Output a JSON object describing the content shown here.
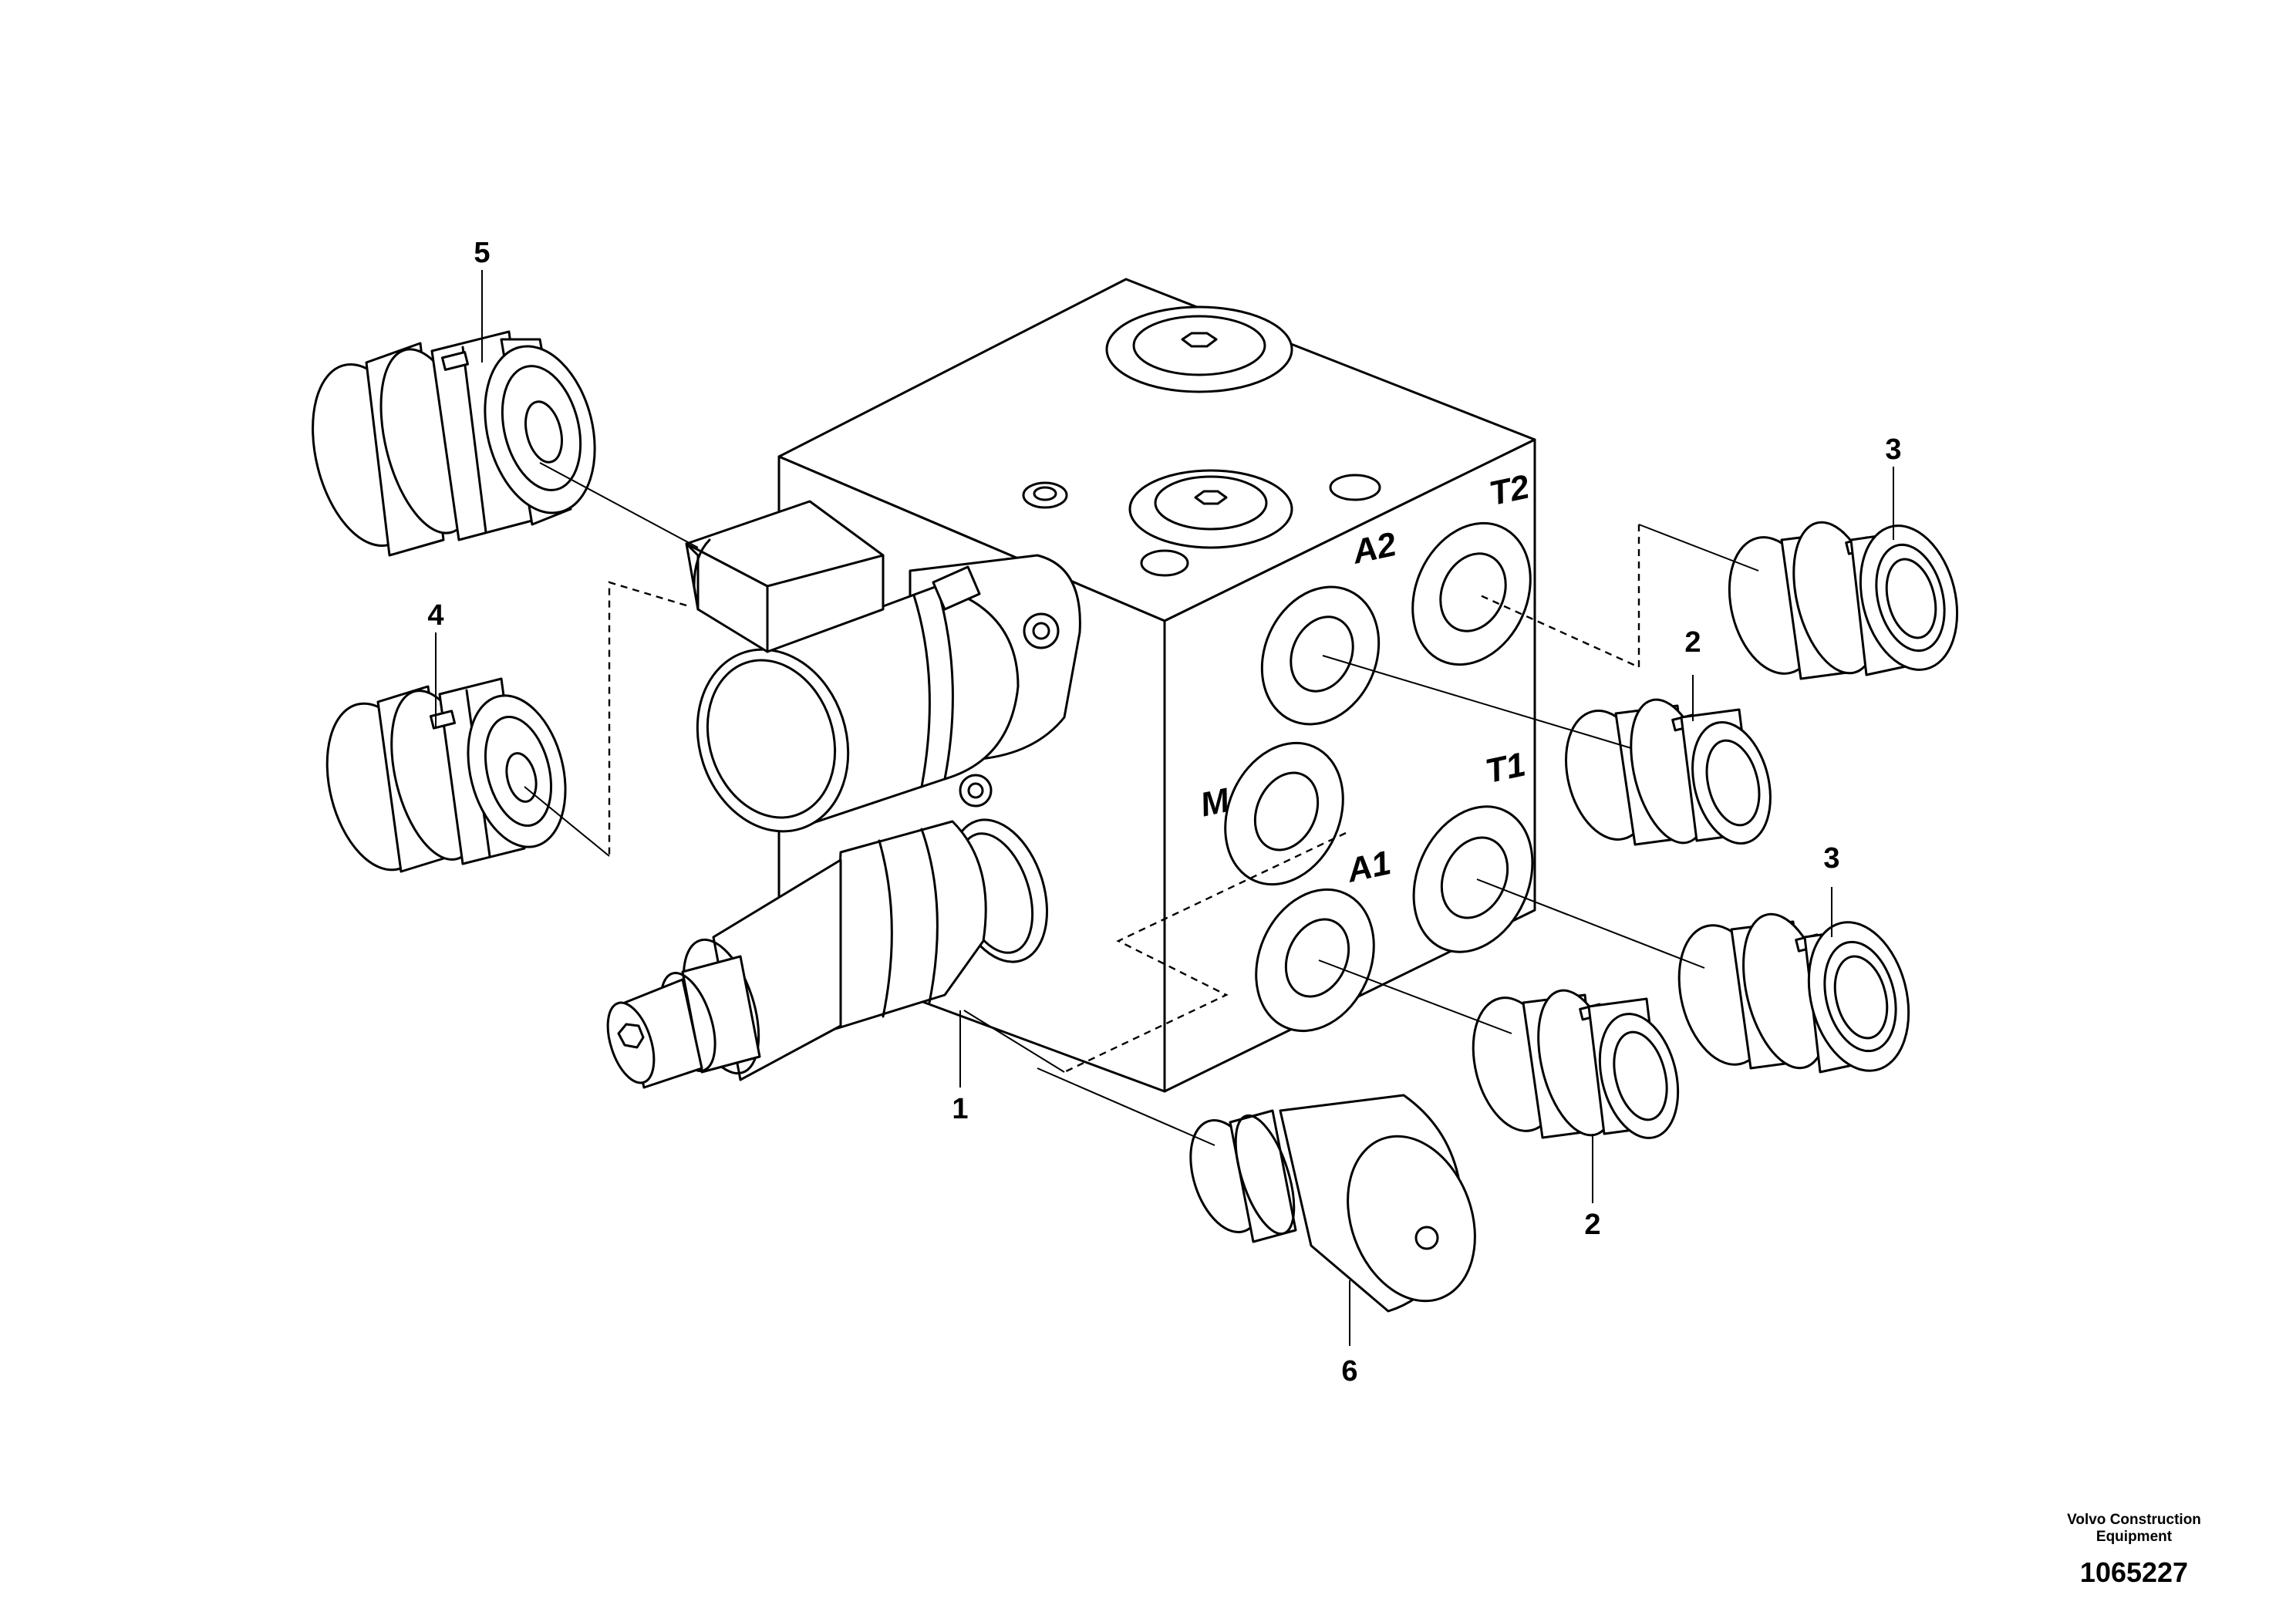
{
  "ports": {
    "a2": "A2",
    "t2": "T2",
    "m": "M",
    "t1": "T1",
    "a1": "A1"
  },
  "callouts": {
    "c1": "1",
    "c2_upper": "2",
    "c2_lower": "2",
    "c3_upper": "3",
    "c3_lower": "3",
    "c4": "4",
    "c5": "5",
    "c6": "6"
  },
  "footer": {
    "brand_line1": "Volvo Construction",
    "brand_line2": "Equipment",
    "drawing_number": "1065227"
  }
}
